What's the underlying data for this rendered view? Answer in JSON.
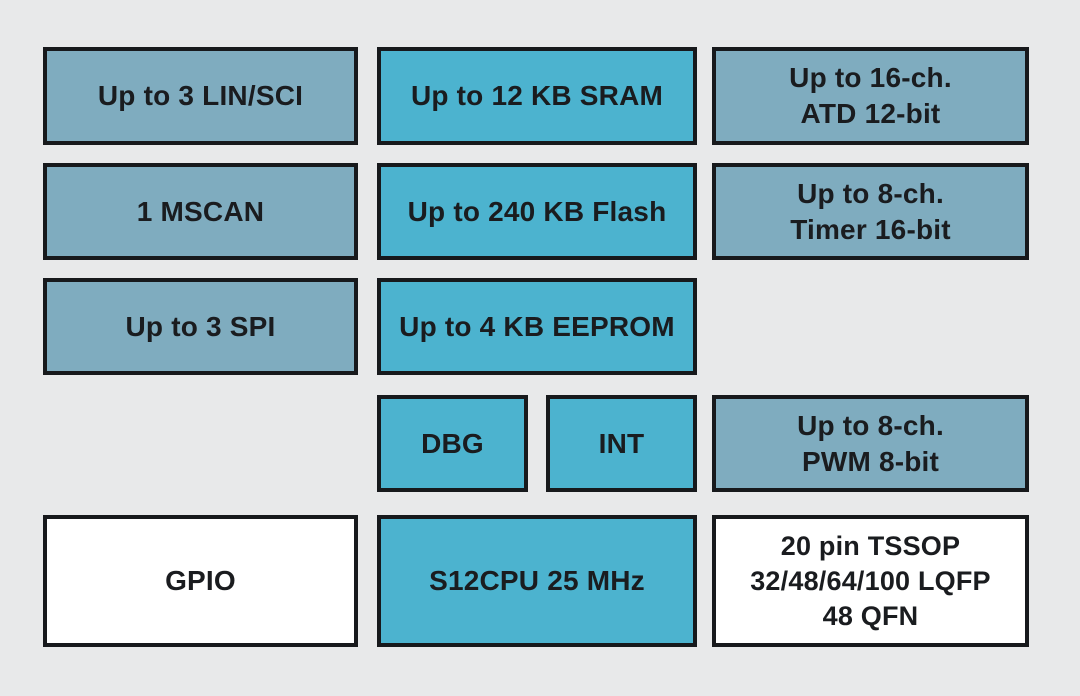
{
  "palette": {
    "background": "#E8E9EA",
    "peripheral_fill": "#7FACBF",
    "core_fill": "#4CB3CF",
    "package_fill": "#FFFFFF",
    "border": "#17191C",
    "text": "#1A1C1F"
  },
  "blocks": {
    "lin_sci": {
      "lines": [
        "Up to 3 LIN/SCI"
      ]
    },
    "sram": {
      "lines": [
        "Up to 12 KB SRAM"
      ]
    },
    "atd": {
      "lines": [
        "Up to 16-ch.",
        "ATD 12-bit"
      ]
    },
    "mscan": {
      "lines": [
        "1 MSCAN"
      ]
    },
    "flash": {
      "lines": [
        "Up to 240 KB Flash"
      ]
    },
    "timer": {
      "lines": [
        "Up to 8-ch.",
        "Timer 16-bit"
      ]
    },
    "spi": {
      "lines": [
        "Up to 3 SPI"
      ]
    },
    "eeprom": {
      "lines": [
        "Up to 4 KB EEPROM"
      ]
    },
    "dbg": {
      "lines": [
        "DBG"
      ]
    },
    "int": {
      "lines": [
        "INT"
      ]
    },
    "pwm": {
      "lines": [
        "Up to 8-ch.",
        "PWM 8-bit"
      ]
    },
    "gpio": {
      "lines": [
        "GPIO"
      ]
    },
    "cpu": {
      "lines": [
        "S12CPU 25 MHz"
      ]
    },
    "package": {
      "lines": [
        "20 pin TSSOP",
        "32/48/64/100 LQFP",
        "48 QFN"
      ]
    }
  }
}
